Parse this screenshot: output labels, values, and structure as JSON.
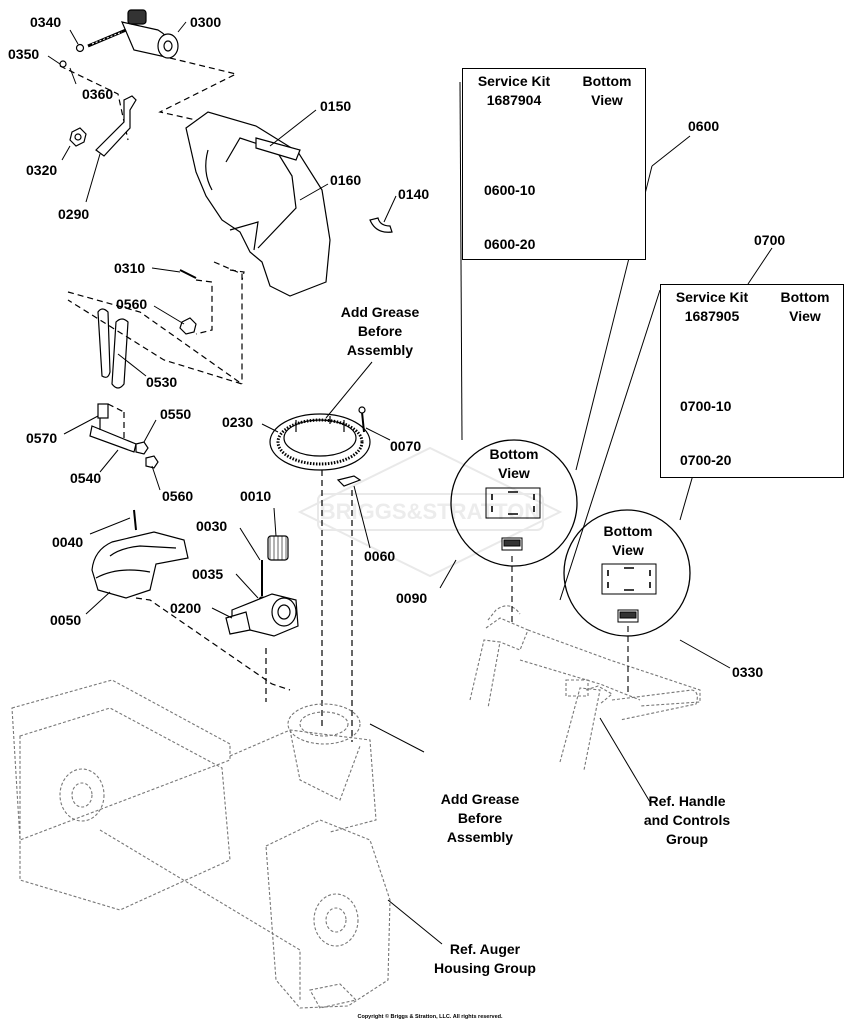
{
  "parts": [
    {
      "id": "p0340",
      "label": "0340"
    },
    {
      "id": "p0300",
      "label": "0300"
    },
    {
      "id": "p0350",
      "label": "0350"
    },
    {
      "id": "p0360",
      "label": "0360"
    },
    {
      "id": "p0320",
      "label": "0320"
    },
    {
      "id": "p0290",
      "label": "0290"
    },
    {
      "id": "p0150",
      "label": "0150"
    },
    {
      "id": "p0160",
      "label": "0160"
    },
    {
      "id": "p0140",
      "label": "0140"
    },
    {
      "id": "p0310",
      "label": "0310"
    },
    {
      "id": "p0560a",
      "label": "0560"
    },
    {
      "id": "p0530",
      "label": "0530"
    },
    {
      "id": "p0570",
      "label": "0570"
    },
    {
      "id": "p0550",
      "label": "0550"
    },
    {
      "id": "p0540",
      "label": "0540"
    },
    {
      "id": "p0560b",
      "label": "0560"
    },
    {
      "id": "p0230",
      "label": "0230"
    },
    {
      "id": "p0070",
      "label": "0070"
    },
    {
      "id": "p0010",
      "label": "0010"
    },
    {
      "id": "p0030",
      "label": "0030"
    },
    {
      "id": "p0040",
      "label": "0040"
    },
    {
      "id": "p0035",
      "label": "0035"
    },
    {
      "id": "p0200",
      "label": "0200"
    },
    {
      "id": "p0050",
      "label": "0050"
    },
    {
      "id": "p0060",
      "label": "0060"
    },
    {
      "id": "p0090",
      "label": "0090"
    },
    {
      "id": "p0330",
      "label": "0330"
    },
    {
      "id": "p0600",
      "label": "0600"
    },
    {
      "id": "p0700",
      "label": "0700"
    },
    {
      "id": "p0600-10",
      "label": "0600-10"
    },
    {
      "id": "p0600-20",
      "label": "0600-20"
    },
    {
      "id": "p0700-10",
      "label": "0700-10"
    },
    {
      "id": "p0700-20",
      "label": "0700-20"
    }
  ],
  "notes": {
    "grease_top": "Add Grease\nBefore\nAssembly",
    "grease_bottom": "Add Grease\nBefore\nAssembly",
    "ref_handle": "Ref. Handle\nand Controls\nGroup",
    "ref_auger": "Ref. Auger\nHousing Group"
  },
  "service_kits": [
    {
      "id": "kit1",
      "title": "Service Kit\n1687904",
      "view": "Bottom\nView"
    },
    {
      "id": "kit2",
      "title": "Service Kit\n1687905",
      "view": "Bottom\nView"
    }
  ],
  "bottom_view_callouts": [
    {
      "id": "bv1",
      "label": "Bottom\nView"
    },
    {
      "id": "bv2",
      "label": "Bottom\nView"
    }
  ],
  "watermark": "BRIGGS&STRATTON",
  "copyright": "Copyright © Briggs & Stratton, LLC. All rights reserved."
}
